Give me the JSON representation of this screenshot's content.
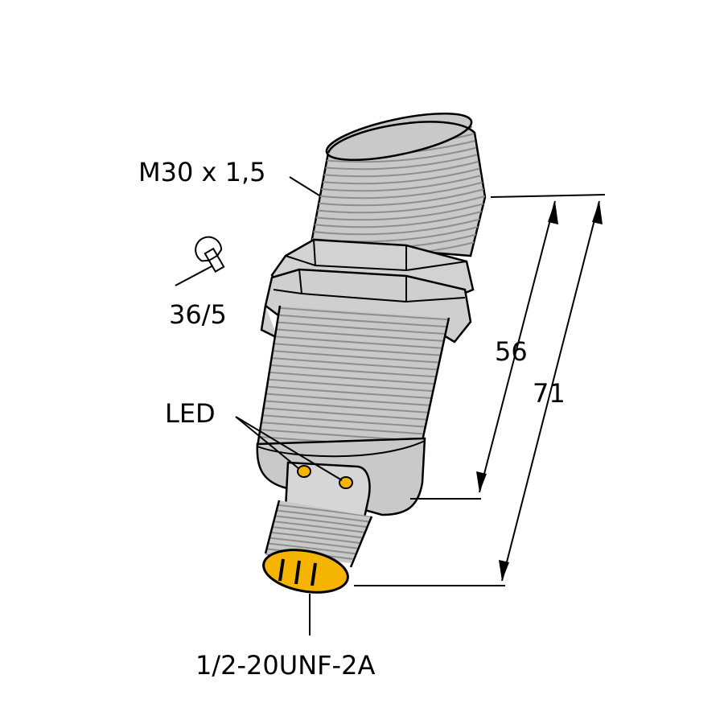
{
  "labels": {
    "thread": "M30 x 1,5",
    "wrench": "36/5",
    "led": "LED",
    "connector": "1/2-20UNF-2A",
    "dim_short": "56",
    "dim_long": "71"
  },
  "colors": {
    "body": "#c9c9c9",
    "thread_line": "#8e8e8e",
    "outline": "#000000",
    "led": "#f5b400",
    "connector_face": "#f5b400"
  }
}
